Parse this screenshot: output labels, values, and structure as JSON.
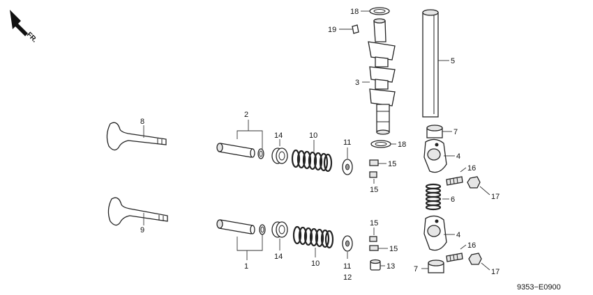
{
  "direction_label": "FR.",
  "diagram_code": "9353−E0900",
  "callouts": {
    "c1": "1",
    "c2": "2",
    "c3": "3",
    "c4a": "4",
    "c4b": "4",
    "c5": "5",
    "c6": "6",
    "c7a": "7",
    "c7b": "7",
    "c8": "8",
    "c9": "9",
    "c10a": "10",
    "c10b": "10",
    "c11a": "11",
    "c11b": "11",
    "c12": "12",
    "c13": "13",
    "c14a": "14",
    "c14b": "14",
    "c15a": "15",
    "c15b": "15",
    "c15c": "15",
    "c15d": "15",
    "c16a": "16",
    "c16b": "16",
    "c17a": "17",
    "c17b": "17",
    "c18a": "18",
    "c18b": "18",
    "c19": "19"
  }
}
